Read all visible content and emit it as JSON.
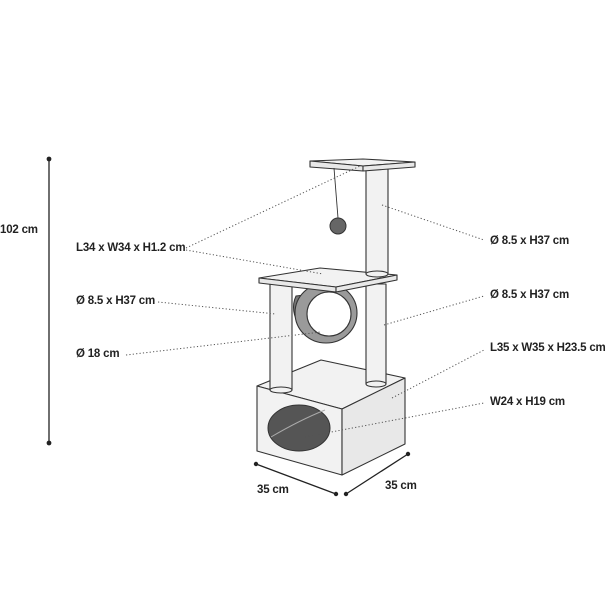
{
  "labels": {
    "height_total": "102 cm",
    "top_platform": "L34 x W34 x H1.2 cm",
    "post_left": "Ø 8.5 x H37 cm",
    "tunnel": "Ø 18 cm",
    "post_top": "Ø 8.5 x H37 cm",
    "post_right": "Ø 8.5 x H37 cm",
    "base": "L35 x W35 x H23.5 cm",
    "entrance": "W24 x H19 cm",
    "depth_left": "35 cm",
    "depth_right": "35 cm"
  },
  "colors": {
    "outline": "#333333",
    "fill_light": "#f2f2f2",
    "fill_mid": "#e8e8e8",
    "fill_dark": "#555555",
    "ball": "#666666"
  }
}
